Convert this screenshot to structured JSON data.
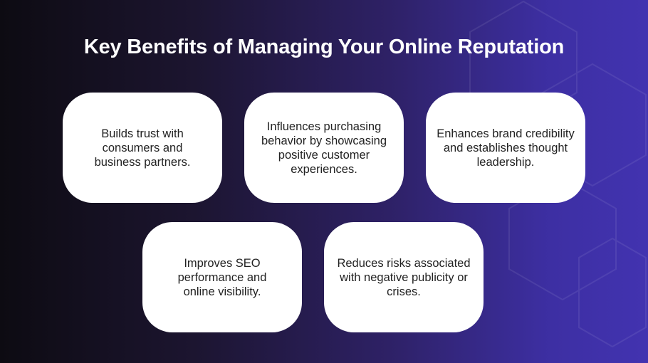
{
  "title": "Key Benefits of Managing Your Online Reputation",
  "benefits": [
    "Builds trust with consumers and business partners.",
    "Influences purchasing behavior by showcasing positive customer experiences.",
    "Enhances brand credibility and establishes thought leadership.",
    "Improves SEO performance and online visibility.",
    "Reduces risks associated with negative publicity or crises."
  ]
}
